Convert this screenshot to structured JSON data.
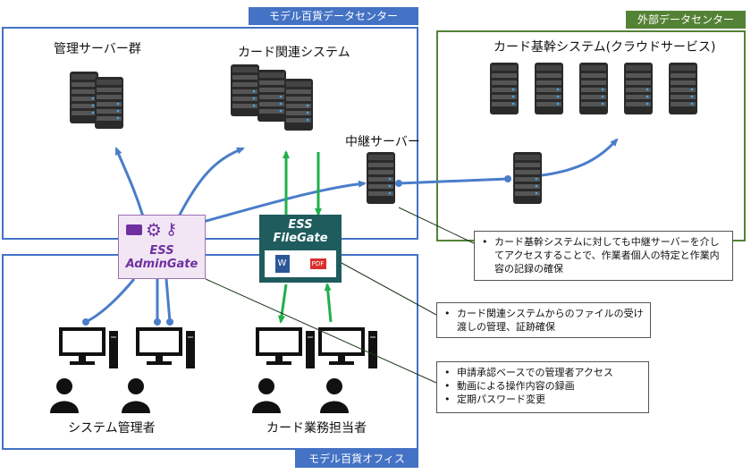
{
  "regions": {
    "data_center": "モデル百貨データセンター",
    "external_dc": "外部データセンター",
    "office": "モデル百貨オフィス"
  },
  "groups": {
    "mgmt_servers": "管理サーバー群",
    "card_system": "カード関連システム",
    "core_system": "カード基幹システム(クラウドサービス)",
    "relay_server": "中継サーバー",
    "sys_admin": "システム管理者",
    "card_staff": "カード業務担当者"
  },
  "products": {
    "admingate": "ESS\nAdminGate",
    "filegate": "ESS\nFileGate"
  },
  "notes": {
    "relay": [
      "カード基幹システムに対しても中継サーバーを介してアクセスすることで、作業者個人の特定と作業内容の記録の確保"
    ],
    "filegate": [
      "カード関連システムからのファイルの受け渡しの管理、証跡確保"
    ],
    "admingate": [
      "申請承認ベースでの管理者アクセス",
      "動画による操作内容の録画",
      "定期パスワード変更"
    ]
  },
  "colors": {
    "region_blue": "#4472c4",
    "region_green": "#548235",
    "arrow_blue": "#4a7dc9",
    "arrow_green": "#1fb04b",
    "admingate_bg": "#f2e6f5",
    "admingate_text": "#7030a0",
    "filegate_bg": "#1f5c5e"
  },
  "icons": [
    "server-icon",
    "monitor-icon",
    "user-icon",
    "camera-icon",
    "gear-icon",
    "key-icon",
    "word-file-icon",
    "pdf-file-icon"
  ]
}
